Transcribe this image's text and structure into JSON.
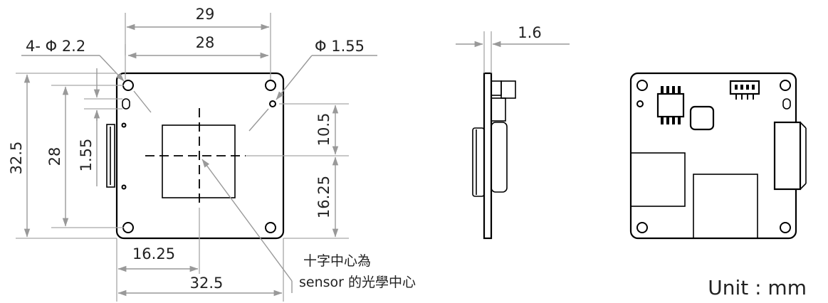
{
  "front_view": {
    "dimensions": {
      "width_overall": "29",
      "width_holes": "28",
      "hole_diameter_four": "4- Φ 2.2",
      "hole_diameter_small": "Φ 1.55",
      "height_overall": "32.5",
      "height_holes": "28",
      "hole_offset": "1.55",
      "sensor_above_center": "10.5",
      "sensor_below_center": "16.25",
      "bottom_half_width": "16.25",
      "bottom_overall_width": "32.5"
    },
    "note": {
      "line1": "十字中心為",
      "line2": "sensor 的光學中心"
    }
  },
  "side_view": {
    "thickness": "1.6"
  },
  "unit_label": "Unit : mm"
}
